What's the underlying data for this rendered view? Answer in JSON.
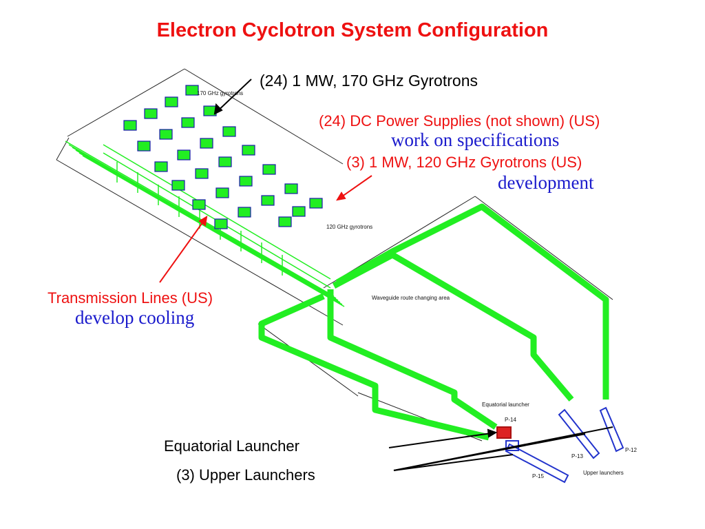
{
  "title": "Electron Cyclotron System Configuration",
  "labels": {
    "gyrotrons_170": "(24) 1 MW, 170 GHz Gyrotrons",
    "dc_supplies": "(24) DC Power Supplies (not shown) (US)",
    "dc_supplies_note": "work on specifications",
    "gyrotrons_120": "(3) 1 MW, 120 GHz Gyrotrons (US)",
    "gyrotrons_120_note": "development",
    "transmission": "Transmission Lines (US)",
    "transmission_note": "develop cooling",
    "equatorial": "Equatorial Launcher",
    "upper": "(3) Upper Launchers"
  },
  "drawing_text": {
    "g170": "170 GHz gyrotrons",
    "g120": "120 GHz gyrotrons",
    "waveguide": "Waveguide route changing area",
    "eq_launcher": "Equatorial launcher",
    "upper_launchers": "Upper launchers",
    "p14": "P-14",
    "p13": "P-13",
    "p15": "P-15",
    "p12": "P-12"
  },
  "colors": {
    "title": "#ee1111",
    "annotation_red": "#ee1111",
    "annotation_blue": "#1a1acc",
    "waveguide": "#22ee22",
    "launcher": "#2233cc"
  }
}
